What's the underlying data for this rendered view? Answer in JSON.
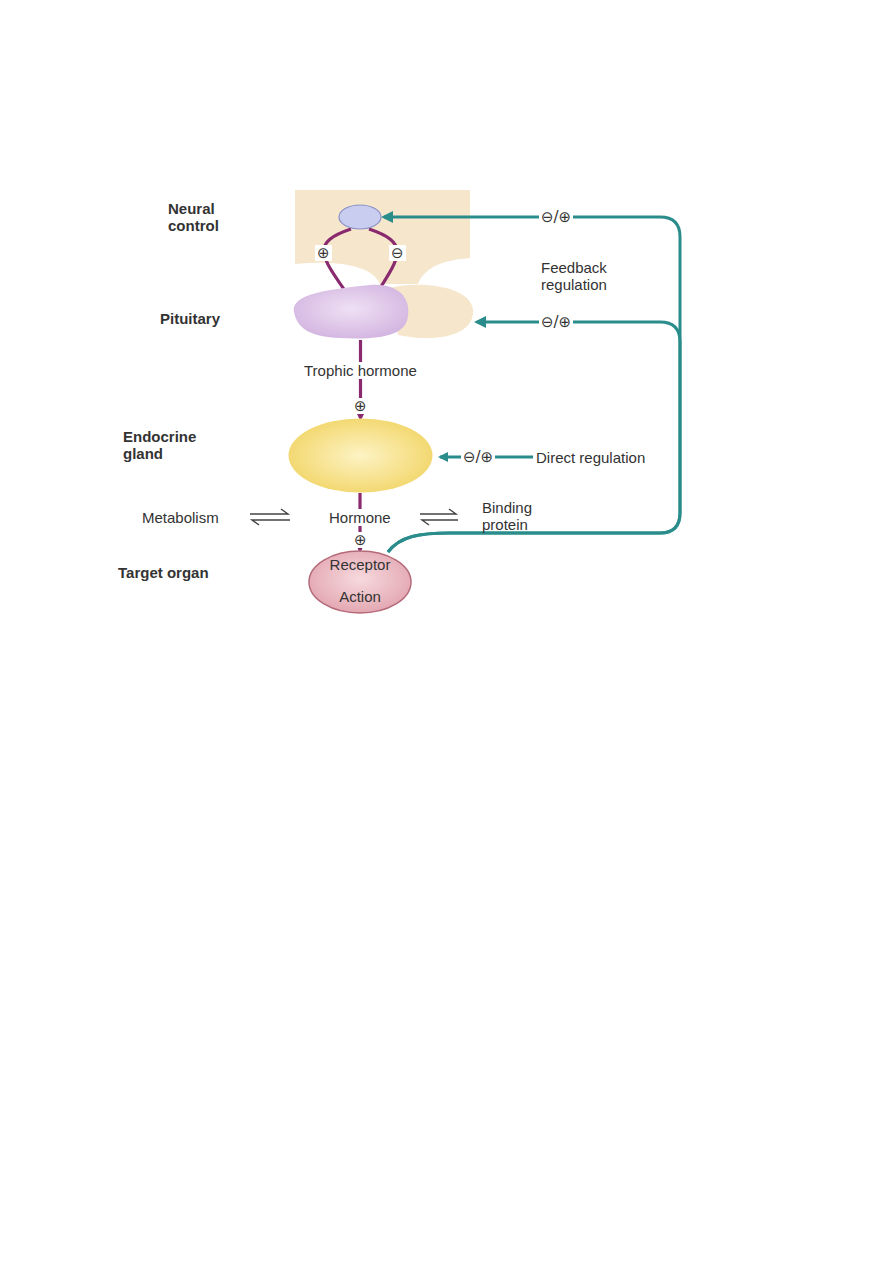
{
  "diagram": {
    "nodes": [
      {
        "text": [
          "Neural control"
        ]
      },
      {
        "text": [
          "Pituitary"
        ]
      },
      {
        "text": [
          "Endocrine gland"
        ]
      },
      {
        "text": [
          "Target organ",
          "Receptor",
          "Action"
        ]
      }
    ],
    "edges": [
      {
        "from": 0,
        "to": 1,
        "arrow": "to",
        "label": "⊕"
      },
      {
        "from": 0,
        "to": 1,
        "arrow": "to",
        "label": "⊖"
      },
      {
        "from": 1,
        "to": 2,
        "arrow": "to",
        "label": "Trophic hormone"
      },
      {
        "from": 2,
        "to": 3,
        "arrow": "to",
        "label": "Hormone"
      },
      {
        "from": 3,
        "to": 0,
        "arrow": "to",
        "label": "⊖/⊕"
      },
      {
        "from": 3,
        "to": 1,
        "arrow": "to",
        "label": "⊖/⊕"
      }
    ],
    "labels": [
      "⊕",
      "⊕",
      "Metabolism",
      "Binding protein",
      "Feedback regulation",
      "Direct regulation",
      "⊖/⊕"
    ]
  }
}
